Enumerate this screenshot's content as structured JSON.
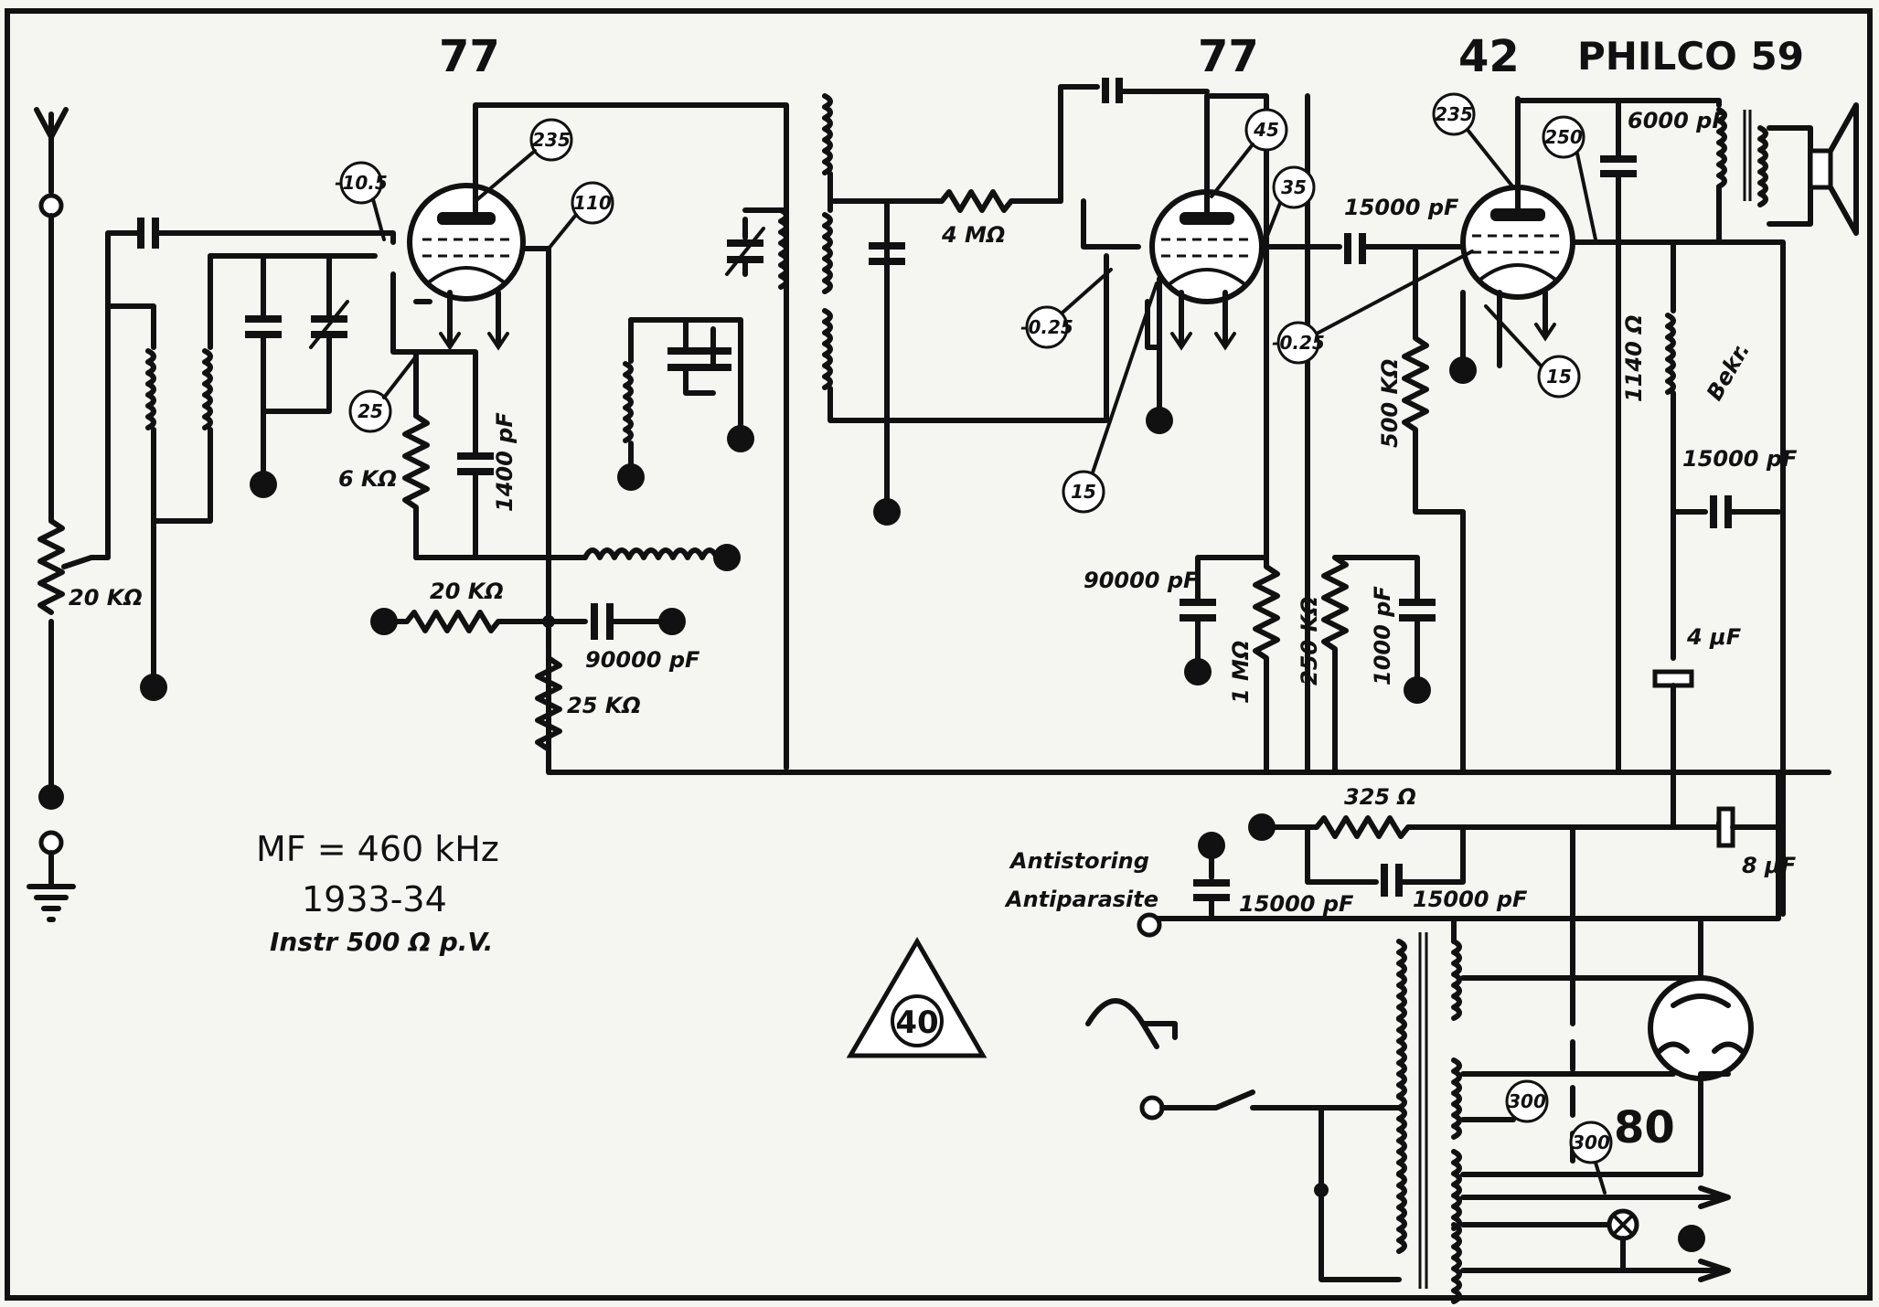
{
  "title": "PHILCO 59",
  "tubes": {
    "v1": "77",
    "v2": "77",
    "v3": "42",
    "rectifier": "80"
  },
  "notes": {
    "mf": "MF = 460 kHz",
    "year": "1933-34",
    "instrument": "Instr 500 Ω p.V."
  },
  "page_badge": "40",
  "voltages": {
    "v1_plate": "235",
    "v1_grid": "-10.5",
    "v1_screen": "110",
    "v1_cathode": "25",
    "v2_plate": "45",
    "v2_screen": "35",
    "v2_grid": "-0.25",
    "v2_cathode": "15",
    "v3_plate": "235",
    "v3_screen": "250",
    "v3_grid": "-0.25",
    "v3_cathode": "15",
    "rect_a": "300",
    "rect_b": "300"
  },
  "components": {
    "r_antenna": "20 KΩ",
    "r_cathode1": "6 KΩ",
    "c_cathode1": "1400 pF",
    "r_avc": "20 KΩ",
    "c_avc": "90000 pF",
    "r_screen1": "25 KΩ",
    "r_grid2": "4 MΩ",
    "c_v2_v3": "15000 pF",
    "r_grid3": "500 KΩ",
    "c_bypass2": "90000 pF",
    "r_1m": "1 MΩ",
    "r_250k": "250 KΩ",
    "c_1000": "1000 pF",
    "c_6000": "6000 pF",
    "r_field": "1140 Ω",
    "field_label": "Bekr.",
    "c_15000_out": "15000 pF",
    "c_4uf": "4 μF",
    "r_325": "325 Ω",
    "c_8uf": "8 μF",
    "c_15000_a": "15000 pF",
    "c_15000_b": "15000 pF",
    "antistoring_1": "Antistoring",
    "antistoring_2": "Antiparasite"
  }
}
